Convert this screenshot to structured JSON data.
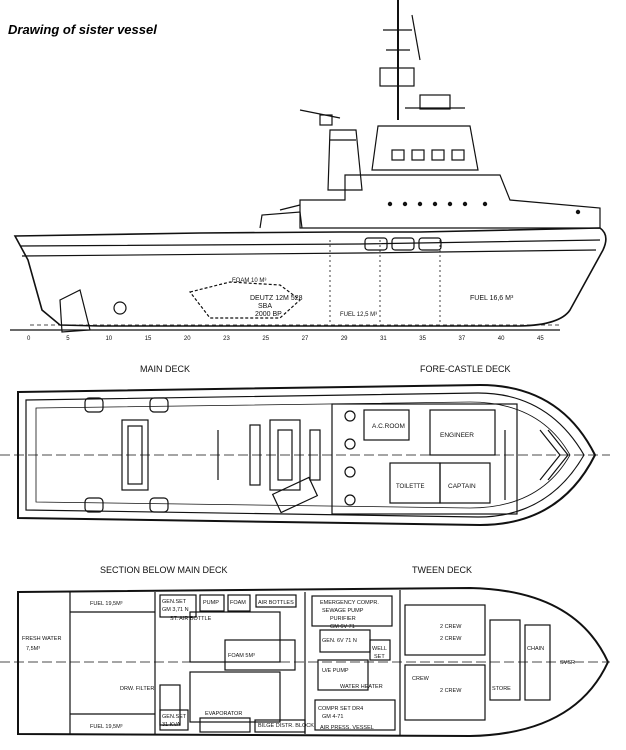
{
  "caption": "Drawing of sister vessel",
  "profile": {
    "labels": {
      "engine": "DEUTZ 12M 528",
      "engine2": "SBA",
      "engine3": "2000 BP",
      "foam": "FOAM 10 M³",
      "fuel_fwd": "FUEL 16,6 M³",
      "fuel_aft": "FUEL 12,5 M³"
    },
    "frames": [
      "0",
      "5",
      "10",
      "15",
      "20",
      "23",
      "25",
      "27",
      "29",
      "31",
      "35",
      "37",
      "40",
      "45"
    ]
  },
  "main_deck": {
    "title": "MAIN DECK",
    "title2": "FORE-CASTLE DECK",
    "labels": {
      "ac": "A.C.ROOM",
      "engineer": "ENGINEER",
      "toilet": "TOILETTE",
      "captain": "CAPTAIN"
    }
  },
  "below_deck": {
    "title": "SECTION BELOW MAIN DECK",
    "title2": "TWEEN DECK",
    "labels": {
      "fuel_top": "FUEL 19,5M³",
      "fuel_bot": "FUEL 19,5M³",
      "fresh_water": "FRESH WATER",
      "fresh_water2": "7,5M³",
      "gen_set_1": "GEN.SET",
      "gen_set_1b": "GM 3,71 N",
      "air_bottle": "ST. AIR BOTTLE",
      "pump": "PUMP",
      "foam_pump": "FOAM",
      "air_bottles": "AIR BOTTLES",
      "emergency": "EMERGENCY COMPR.",
      "sewage": "SEWAGE PUMP",
      "purifier": "PURIFIER",
      "purifier2": "GM 6V 71",
      "gen_set_2": "GEN. 6V 71 N",
      "foam_tank": "FOAM 5M³",
      "ue_pump": "U/E PUMP",
      "well": "WELL",
      "well2": "SET",
      "water_heater": "WATER HEATER",
      "drw_filter": "DRW. FILTER",
      "gen_set_3": "GEN.SET",
      "gen_set_3b": "31 KVA",
      "evaporator": "EVAPORATOR",
      "bilge": "BILGE DISTR. BLOCK",
      "compr_set": "COMPR SET DR4",
      "compr_set2": "GM 4-71",
      "air_press": "AIR PRESS. VESSEL",
      "crew1": "2 CREW",
      "crew2": "2 CREW",
      "crew3": "CREW",
      "crew4": "2 CREW",
      "chain": "CHAIN",
      "store": "STORE",
      "svsr": "SVSR"
    }
  }
}
